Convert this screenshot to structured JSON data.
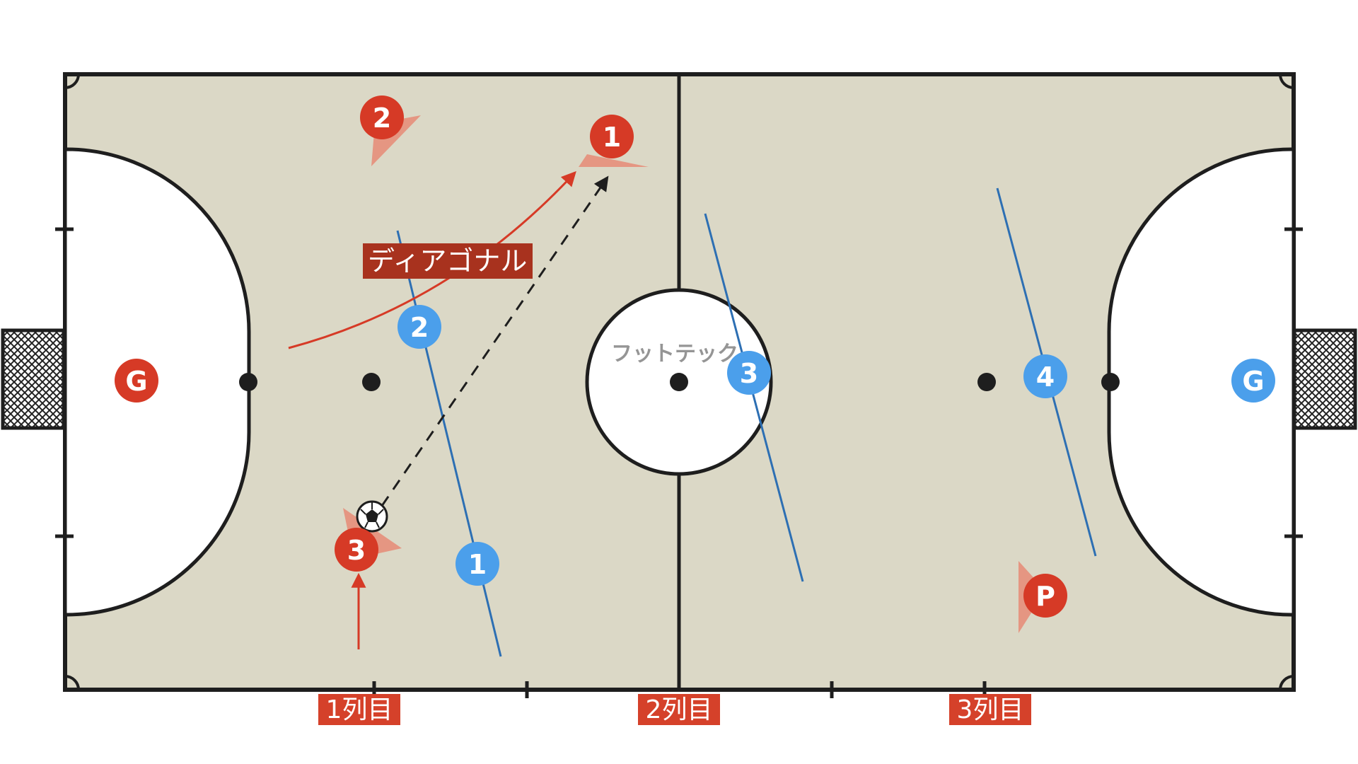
{
  "watermark": "フットテック",
  "play_label": "ディアゴナル",
  "columns": [
    "1列目",
    "2列目",
    "3列目"
  ],
  "players": {
    "red": {
      "gk": "G",
      "p1": "1",
      "p2": "2",
      "p3": "3",
      "pivot": "P"
    },
    "blue": {
      "gk": "G",
      "p1": "1",
      "p2": "2",
      "p3": "3",
      "p4": "4"
    }
  },
  "colors": {
    "court": "#dbd8c6",
    "line": "#1e1e1e",
    "red_team": "#d63a26",
    "blue_team": "#4b9feb",
    "blue_line": "#2d6fb3",
    "vision_cone": "#e58f7a",
    "label_bg": "#a8321e",
    "column_label_bg": "#d5412a"
  },
  "icons": {
    "ball": "soccer-ball-icon",
    "goal_net": "goal-net-icon"
  }
}
